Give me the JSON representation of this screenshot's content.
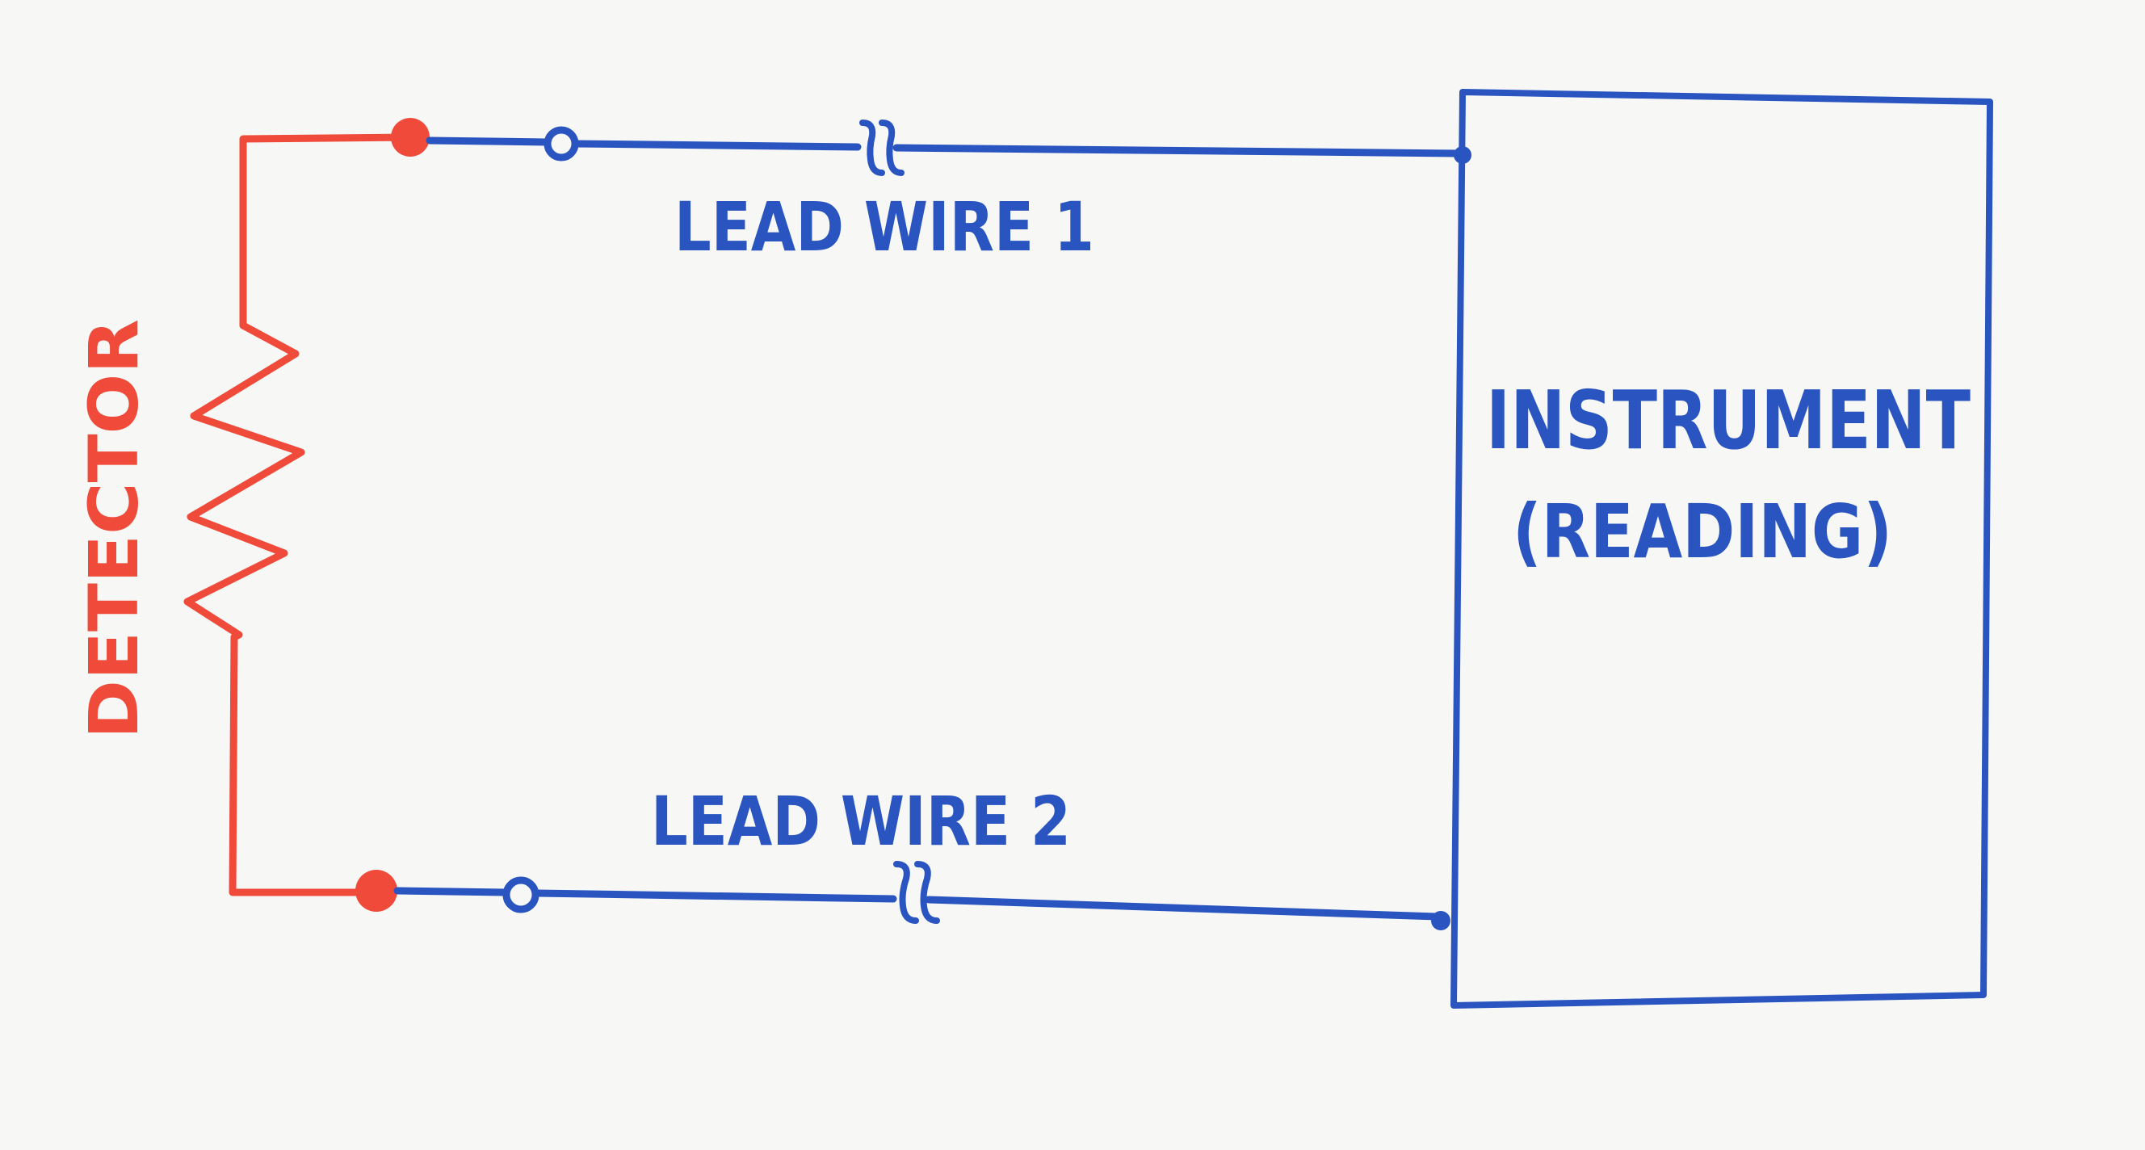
{
  "diagram": {
    "title": "Two-wire detector circuit",
    "colors": {
      "detector": "#ef4a3a",
      "lead": "#2a55c0",
      "background": "#f7f8f6"
    },
    "labels": {
      "detector": "DETECTOR",
      "lead_wire_1": "LEAD WIRE 1",
      "lead_wire_2": "LEAD WIRE 2",
      "instrument": "INSTRUMENT",
      "instrument_sub": "(READING)"
    },
    "components": [
      {
        "id": "detector",
        "type": "resistor",
        "label": "DETECTOR"
      },
      {
        "id": "lead_wire_1",
        "type": "wire",
        "label": "LEAD WIRE 1",
        "from": "detector",
        "to": "instrument",
        "has_break": true
      },
      {
        "id": "lead_wire_2",
        "type": "wire",
        "label": "LEAD WIRE 2",
        "from": "detector",
        "to": "instrument",
        "has_break": true
      },
      {
        "id": "instrument",
        "type": "box",
        "label": "INSTRUMENT",
        "sublabel": "(READING)"
      }
    ]
  }
}
